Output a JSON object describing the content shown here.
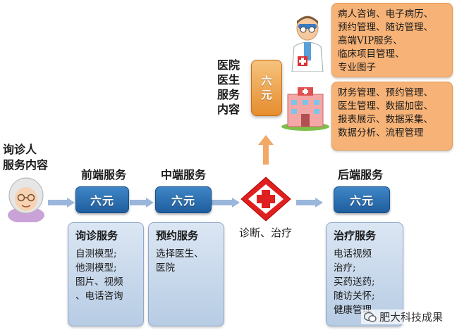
{
  "left_title": [
    "询诊人",
    "服务内容"
  ],
  "columns": {
    "front": {
      "heading": "前端服务",
      "brand": "六元",
      "panel_title": "询诊服务",
      "lines": [
        "自测模型;",
        "他测模型;",
        "图片、视频",
        "、电话咨询"
      ]
    },
    "middle": {
      "heading": "中端服务",
      "brand": "六元",
      "panel_title": "预约服务",
      "lines": [
        "选择医生、",
        "医院"
      ]
    },
    "back": {
      "heading": "后端服务",
      "brand": "六元",
      "panel_title": "治疗服务",
      "lines": [
        "电话视频",
        "治疗;",
        "买药送药;",
        "随访关怀;",
        "健康管理"
      ]
    }
  },
  "center_label": "诊断、治疗",
  "hospital_title": [
    "医院",
    "医生",
    "服务",
    "内容"
  ],
  "hospital_brand": [
    "六",
    "元"
  ],
  "doctor_box": [
    "病人咨询、电子病历、",
    "预约管理、随访管理、",
    "高端VIP服务、",
    "临床项目管理、",
    "专业图子"
  ],
  "hospital_box": [
    "财务管理、预约管理、",
    "医生管理、数据加密、",
    "报表展示、数据采集、",
    "数据分析、流程管理"
  ],
  "watermark": "肥大科技成果"
}
